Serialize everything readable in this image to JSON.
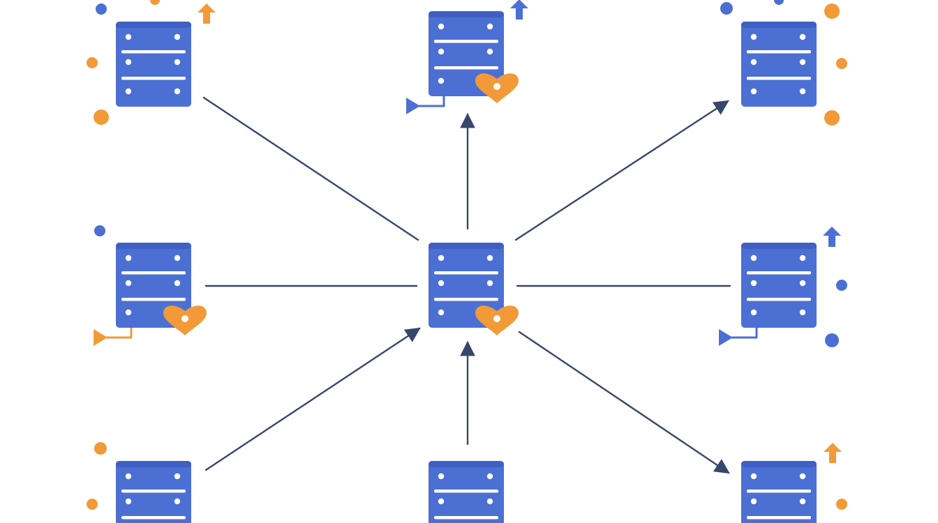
{
  "colors": {
    "background": "#ffffff",
    "server": "#4c6fd4",
    "server_edge": "#3f5fc2",
    "server_line": "#ffffff",
    "accent_orange": "#f29a38",
    "accent_blue": "#4c6fd4",
    "connector": "#37476b"
  },
  "nodes": [
    {
      "id": "top-left",
      "role": "peer",
      "badges": [
        "dot-blue",
        "dot-orange",
        "arrow-up-orange",
        "dot-orange",
        "dot-orange"
      ]
    },
    {
      "id": "top-center",
      "role": "peer",
      "badges": [
        "arrow-up-blue",
        "heart-orange",
        "flag-blue"
      ]
    },
    {
      "id": "top-right",
      "role": "peer",
      "badges": [
        "dot-blue",
        "dot-blue",
        "dot-orange",
        "dot-orange",
        "dot-orange"
      ]
    },
    {
      "id": "middle-left",
      "role": "peer",
      "badges": [
        "dot-blue",
        "heart-orange",
        "flag-orange"
      ]
    },
    {
      "id": "center",
      "role": "hub",
      "badges": [
        "heart-orange"
      ]
    },
    {
      "id": "middle-right",
      "role": "peer",
      "badges": [
        "arrow-up-blue",
        "dot-blue",
        "flag-blue",
        "dot-blue"
      ]
    },
    {
      "id": "bottom-left",
      "role": "peer",
      "badges": [
        "dot-orange",
        "dot-orange"
      ]
    },
    {
      "id": "bottom-center",
      "role": "peer",
      "badges": []
    },
    {
      "id": "bottom-right",
      "role": "peer",
      "badges": [
        "arrow-up-orange",
        "dot-orange"
      ]
    }
  ],
  "edges": [
    {
      "from": "top-left",
      "to": "center",
      "arrow": "none"
    },
    {
      "from": "center",
      "to": "top-center",
      "arrow": "end"
    },
    {
      "from": "center",
      "to": "top-right",
      "arrow": "end"
    },
    {
      "from": "middle-left",
      "to": "center",
      "arrow": "none"
    },
    {
      "from": "center",
      "to": "middle-right",
      "arrow": "none"
    },
    {
      "from": "bottom-left",
      "to": "center",
      "arrow": "end"
    },
    {
      "from": "bottom-center",
      "to": "center",
      "arrow": "end"
    },
    {
      "from": "center",
      "to": "bottom-right",
      "arrow": "end"
    }
  ]
}
